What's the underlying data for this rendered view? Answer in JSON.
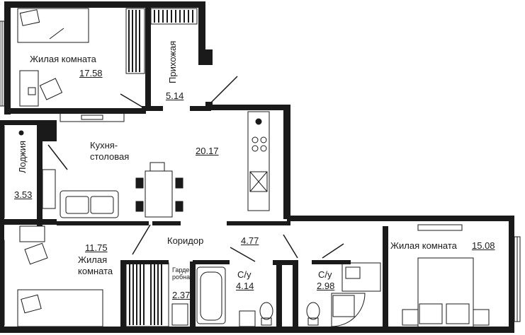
{
  "rooms": {
    "living_top": {
      "name": "Жилая комната",
      "area": "17.58"
    },
    "hall": {
      "name": "Прихожая",
      "area": "5.14"
    },
    "kitchen": {
      "name_line1": "Кухня-",
      "name_line2": "столовая",
      "area": "20.17"
    },
    "loggia": {
      "name": "Лоджия",
      "area": "3.53"
    },
    "living_left": {
      "area": "11.75",
      "name_line1": "Жилая",
      "name_line2": "комната"
    },
    "corridor": {
      "name": "Коридор",
      "area": "4.77"
    },
    "dressing": {
      "name_line1": "Гарде-",
      "name_line2": "робная",
      "area": "2.37"
    },
    "bathroom1": {
      "name": "С/у",
      "area": "4.14"
    },
    "bathroom2": {
      "name": "С/у",
      "area": "2.98"
    },
    "living_right": {
      "name": "Жилая комната",
      "area": "15.08"
    }
  },
  "colors": {
    "wall": "#1a1a1a",
    "background": "#ffffff",
    "fixture": "#2a2a2a"
  }
}
